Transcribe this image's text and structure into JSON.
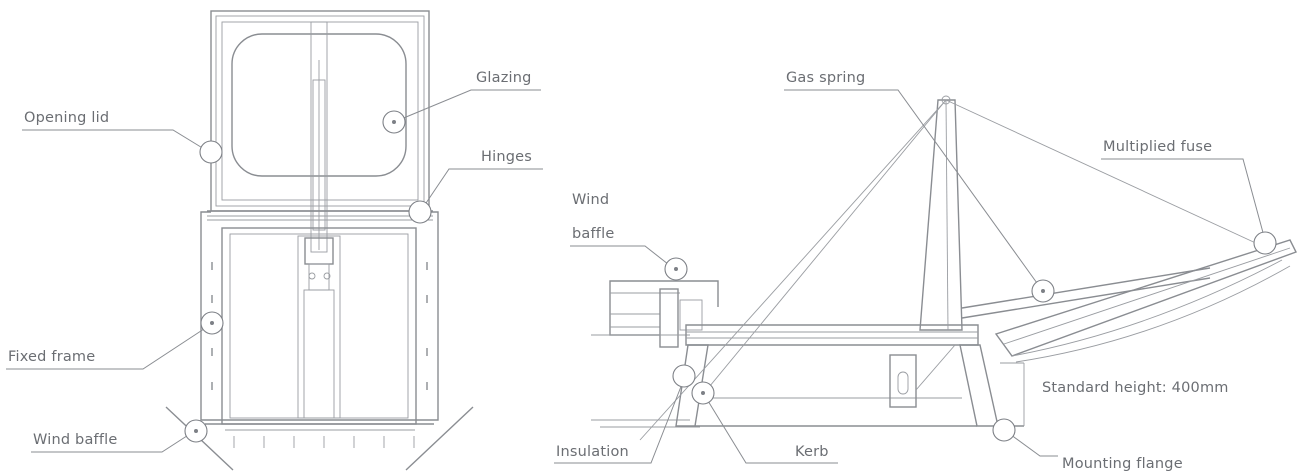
{
  "front_view": {
    "labels": {
      "opening_lid": "Opening lid",
      "glazing": "Glazing",
      "hinges": "Hinges",
      "fixed_frame": "Fixed frame",
      "wind_baffle": "Wind baffle"
    }
  },
  "side_view": {
    "labels": {
      "gas_spring": "Gas spring",
      "multiplied_fuse": "Multiplied fuse",
      "wind_baffle_line1": "Wind",
      "wind_baffle_line2": "baffle",
      "standard_height": "Standard height: 400mm",
      "insulation": "Insulation",
      "kerb": "Kerb",
      "mounting_flange": "Mounting flange"
    }
  }
}
